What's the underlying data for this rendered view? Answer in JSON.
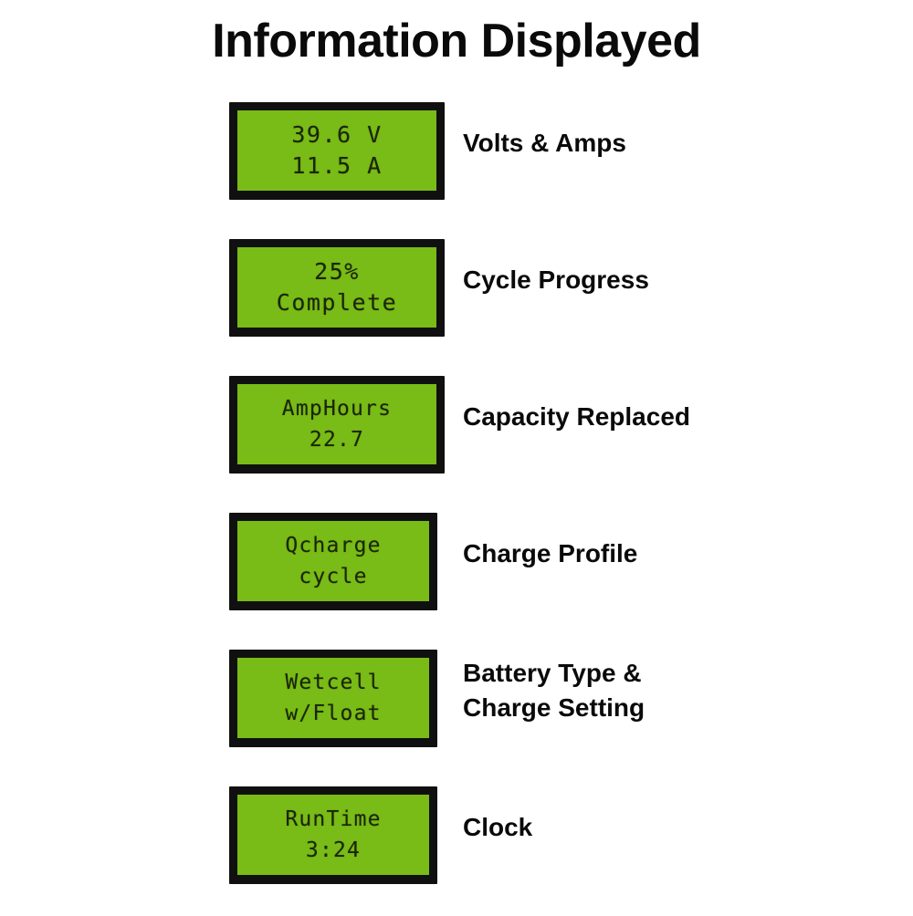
{
  "page": {
    "title": "Information Displayed",
    "background_color": "#ffffff",
    "lcd_screen_color": "#79bb17",
    "lcd_bezel_color": "#101010",
    "lcd_text_color": "#121a05",
    "label_text_color": "#0a0a0a"
  },
  "rows": [
    {
      "display": {
        "line1": "39.6 V",
        "line2": "11.5 A",
        "width": "wide"
      },
      "label": {
        "line1": "Volts & Amps",
        "line2": ""
      }
    },
    {
      "display": {
        "line1": "25%",
        "line2": "Complete",
        "width": "wide"
      },
      "label": {
        "line1": "Cycle Progress",
        "line2": ""
      }
    },
    {
      "display": {
        "line1": "AmpHours",
        "line2": "22.7",
        "width": "wide"
      },
      "label": {
        "line1": "Capacity Replaced",
        "line2": ""
      }
    },
    {
      "display": {
        "line1": "Qcharge",
        "line2": "cycle",
        "width": "narrow"
      },
      "label": {
        "line1": "Charge Profile",
        "line2": ""
      }
    },
    {
      "display": {
        "line1": "Wetcell",
        "line2": "w/Float",
        "width": "narrow"
      },
      "label": {
        "line1": "Battery Type &",
        "line2": "Charge Setting"
      }
    },
    {
      "display": {
        "line1": "RunTime",
        "line2": "3:24",
        "width": "narrow"
      },
      "label": {
        "line1": "Clock",
        "line2": ""
      }
    }
  ]
}
